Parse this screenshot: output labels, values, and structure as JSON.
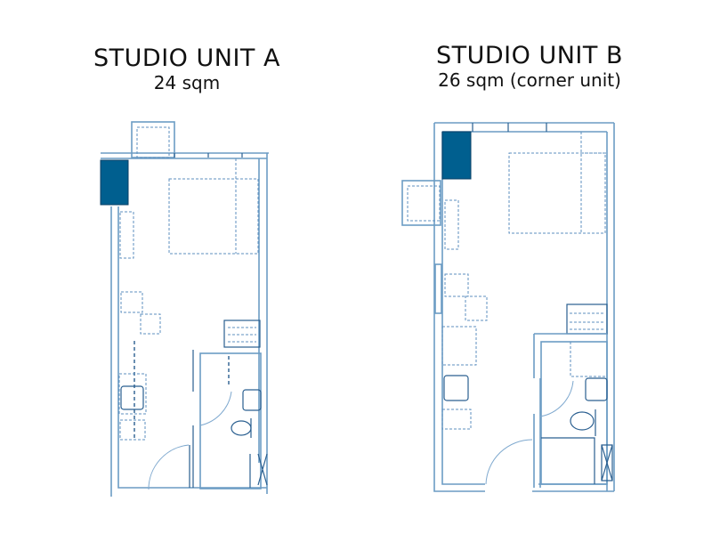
{
  "units": [
    {
      "title": "STUDIO UNIT A",
      "area": "24 sqm"
    },
    {
      "title": "STUDIO UNIT B",
      "area": "26 sqm (corner unit)"
    }
  ],
  "colors": {
    "column_fill": "#005f8f",
    "wall": "#6c9cc4",
    "line": "#2a5f90"
  }
}
